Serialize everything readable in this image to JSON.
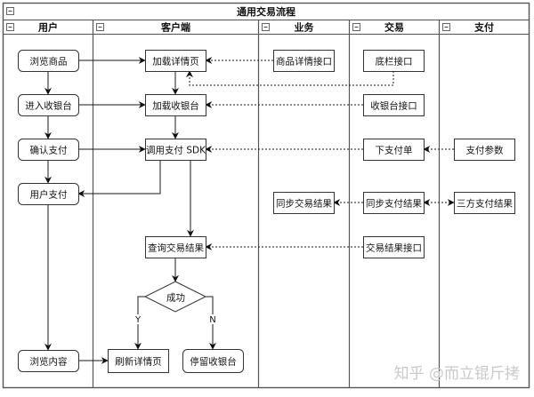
{
  "title": "通用交易流程",
  "lanes": [
    {
      "id": "user",
      "label": "用户"
    },
    {
      "id": "client",
      "label": "客户端"
    },
    {
      "id": "biz",
      "label": "业务"
    },
    {
      "id": "trade",
      "label": "交易"
    },
    {
      "id": "pay",
      "label": "支付"
    }
  ],
  "collapse_icon": "minus-square-icon",
  "nodes": [
    {
      "id": "browse_goods",
      "lane": "user",
      "label": "浏览商品",
      "shape": "rounded"
    },
    {
      "id": "enter_cashier",
      "lane": "user",
      "label": "进入收银台",
      "shape": "rounded"
    },
    {
      "id": "confirm_pay",
      "lane": "user",
      "label": "确认支付",
      "shape": "rounded"
    },
    {
      "id": "user_pay",
      "lane": "user",
      "label": "用户支付",
      "shape": "rounded"
    },
    {
      "id": "browse_content",
      "lane": "user",
      "label": "浏览内容",
      "shape": "rounded"
    },
    {
      "id": "load_detail",
      "lane": "client",
      "label": "加载详情页",
      "shape": "rect"
    },
    {
      "id": "load_cashier",
      "lane": "client",
      "label": "加载收银台",
      "shape": "rect"
    },
    {
      "id": "call_sdk",
      "lane": "client",
      "label": "调用支付 SDK",
      "shape": "rect"
    },
    {
      "id": "query_result",
      "lane": "client",
      "label": "查询交易结果",
      "shape": "rect"
    },
    {
      "id": "success",
      "lane": "client",
      "label": "成功",
      "shape": "diamond"
    },
    {
      "id": "refresh_detail",
      "lane": "client",
      "label": "刷新详情页",
      "shape": "rect"
    },
    {
      "id": "stay_cashier",
      "lane": "client",
      "label": "停留收银台",
      "shape": "rounded"
    },
    {
      "id": "goods_detail_api",
      "lane": "biz",
      "label": "商品详情接口",
      "shape": "rect"
    },
    {
      "id": "sync_trade_result",
      "lane": "biz",
      "label": "同步交易结果",
      "shape": "rect"
    },
    {
      "id": "bottom_bar_api",
      "lane": "trade",
      "label": "底栏接口",
      "shape": "rect"
    },
    {
      "id": "cashier_api",
      "lane": "trade",
      "label": "收银台接口",
      "shape": "rect"
    },
    {
      "id": "place_order",
      "lane": "trade",
      "label": "下支付单",
      "shape": "rect"
    },
    {
      "id": "sync_pay_result",
      "lane": "trade",
      "label": "同步支付结果",
      "shape": "rect"
    },
    {
      "id": "trade_result_api",
      "lane": "trade",
      "label": "交易结果接口",
      "shape": "rect"
    },
    {
      "id": "pay_params",
      "lane": "pay",
      "label": "支付参数",
      "shape": "rect"
    },
    {
      "id": "third_party_result",
      "lane": "pay",
      "label": "三方支付结果",
      "shape": "rect"
    }
  ],
  "edges": [
    {
      "from": "browse_goods",
      "to": "enter_cashier",
      "style": "solid"
    },
    {
      "from": "enter_cashier",
      "to": "confirm_pay",
      "style": "solid"
    },
    {
      "from": "confirm_pay",
      "to": "user_pay",
      "style": "solid"
    },
    {
      "from": "user_pay",
      "to": "browse_content",
      "style": "solid"
    },
    {
      "from": "browse_goods",
      "to": "load_detail",
      "style": "solid"
    },
    {
      "from": "enter_cashier",
      "to": "load_cashier",
      "style": "solid"
    },
    {
      "from": "confirm_pay",
      "to": "call_sdk",
      "style": "solid"
    },
    {
      "from": "call_sdk",
      "to": "user_pay",
      "style": "solid"
    },
    {
      "from": "load_detail",
      "to": "load_cashier",
      "style": "solid"
    },
    {
      "from": "load_cashier",
      "to": "call_sdk",
      "style": "solid"
    },
    {
      "from": "call_sdk",
      "to": "query_result",
      "style": "solid"
    },
    {
      "from": "query_result",
      "to": "success",
      "style": "solid"
    },
    {
      "from": "success",
      "to": "refresh_detail",
      "style": "solid",
      "label": "Y"
    },
    {
      "from": "success",
      "to": "stay_cashier",
      "style": "solid",
      "label": "N"
    },
    {
      "from": "browse_content",
      "to": "refresh_detail",
      "style": "solid"
    },
    {
      "from": "goods_detail_api",
      "to": "load_detail",
      "style": "dashed"
    },
    {
      "from": "bottom_bar_api",
      "to": "load_detail",
      "style": "dashed"
    },
    {
      "from": "cashier_api",
      "to": "load_cashier",
      "style": "dashed"
    },
    {
      "from": "place_order",
      "to": "call_sdk",
      "style": "dashed"
    },
    {
      "from": "pay_params",
      "to": "place_order",
      "style": "dashed"
    },
    {
      "from": "sync_pay_result",
      "to": "sync_trade_result",
      "style": "dashed"
    },
    {
      "from": "sync_pay_result",
      "to": "third_party_result",
      "style": "dashed",
      "bidirectional": true
    },
    {
      "from": "trade_result_api",
      "to": "query_result",
      "style": "dashed"
    }
  ],
  "watermark": "知乎 @而立锟斤拷",
  "colors": {
    "line": "#1a1a1a",
    "border": "#555555",
    "background": "#ffffff",
    "watermark": "#c9c9c9"
  }
}
